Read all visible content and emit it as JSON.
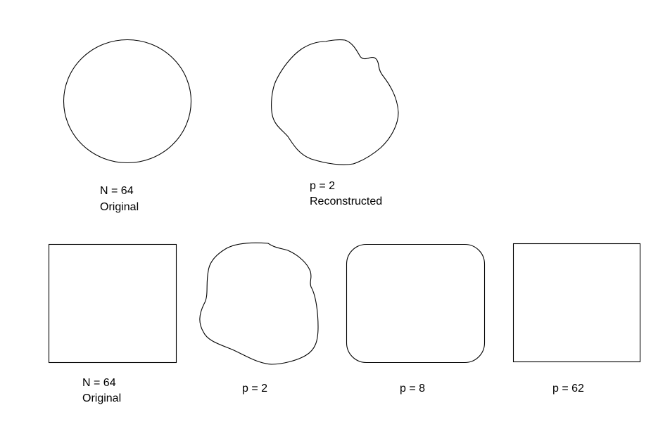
{
  "row1": {
    "original": {
      "line1": "N = 64",
      "line2": "Original"
    },
    "reconstructed": {
      "line1": "p = 2",
      "line2": "Reconstructed"
    }
  },
  "row2": {
    "original": {
      "line1": "N = 64",
      "line2": "Original"
    },
    "p2": {
      "label": "p = 2"
    },
    "p8": {
      "label": "p = 8"
    },
    "p62": {
      "label": "p = 62"
    }
  }
}
